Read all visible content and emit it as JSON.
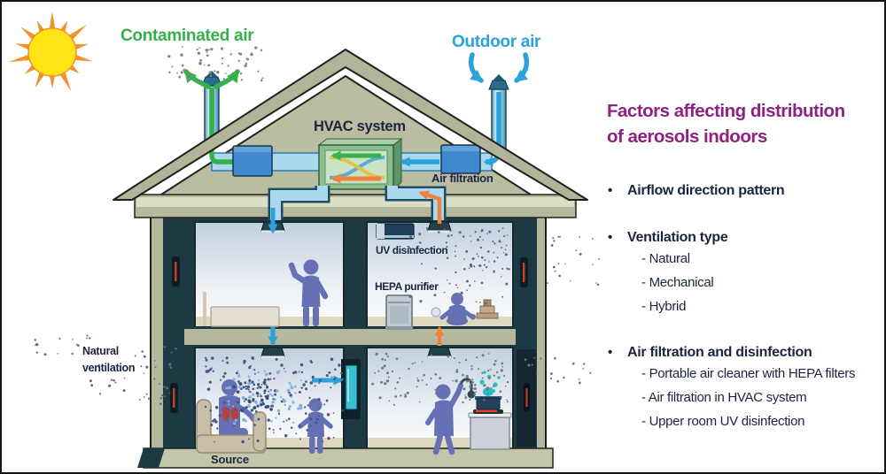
{
  "diagram": {
    "labels": {
      "contaminated_air": "Contaminated air",
      "outdoor_air": "Outdoor air",
      "hvac_system": "HVAC system",
      "air_filtration": "Air filtration",
      "uv_disinfection": "UV disinfection",
      "hepa_purifier": "HEPA purifier",
      "natural_ventilation_line1": "Natural",
      "natural_ventilation_line2": "ventilation",
      "source": "Source"
    }
  },
  "panel": {
    "title_line1": "Factors affecting distribution",
    "title_line2": "of aerosols indoors",
    "bullets": [
      {
        "label": "Airflow direction pattern",
        "subitems": []
      },
      {
        "label": "Ventilation type",
        "subitems": [
          "- Natural",
          "- Mechanical",
          "- Hybrid"
        ]
      },
      {
        "label": "Air filtration and disinfection",
        "subitems": [
          "- Portable air cleaner with HEPA filters",
          "- Air filtration in HVAC system",
          "- Upper room UV disinfection"
        ]
      }
    ]
  },
  "colors": {
    "title_purple": "#8e2181",
    "text_navy": "#1b2440",
    "contaminated_green": "#35b14a",
    "outdoor_blue": "#2aa3dc",
    "return_orange": "#f0823f",
    "house_khaki": "#b6b89d",
    "wall_teal": "#1c3944",
    "person_purple": "#6671b5",
    "sun_yellow": "#fde415",
    "sun_orange": "#f0932d"
  }
}
